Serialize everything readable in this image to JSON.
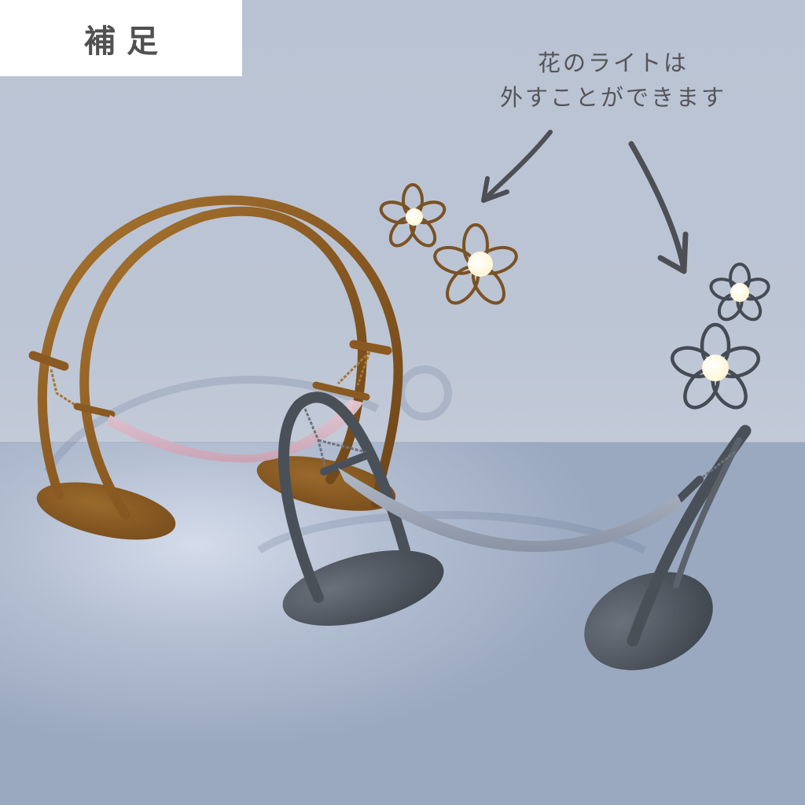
{
  "title": {
    "label": "補足"
  },
  "note": {
    "line1": "花のライト",
    "line1b": "は",
    "line2": "外すことができます"
  },
  "scene": {
    "objects": [
      {
        "name": "wooden-ring-hammock-stand",
        "frame_color": "#8a5a22",
        "fabric_color": "#d9b8c6"
      },
      {
        "name": "gray-arch-hammock-stand",
        "frame_color": "#4a5058",
        "fabric_color": "#9aa3b3"
      }
    ],
    "flower_lights": [
      {
        "name": "brown-flower-light-small",
        "color": "#7a5224"
      },
      {
        "name": "brown-flower-light-large",
        "color": "#7a5224"
      },
      {
        "name": "gray-flower-light-small",
        "color": "#454b54"
      },
      {
        "name": "gray-flower-light-large",
        "color": "#454b54"
      }
    ],
    "bulb_color": "#fffbe6",
    "arrow_color": "#4d4f54"
  }
}
